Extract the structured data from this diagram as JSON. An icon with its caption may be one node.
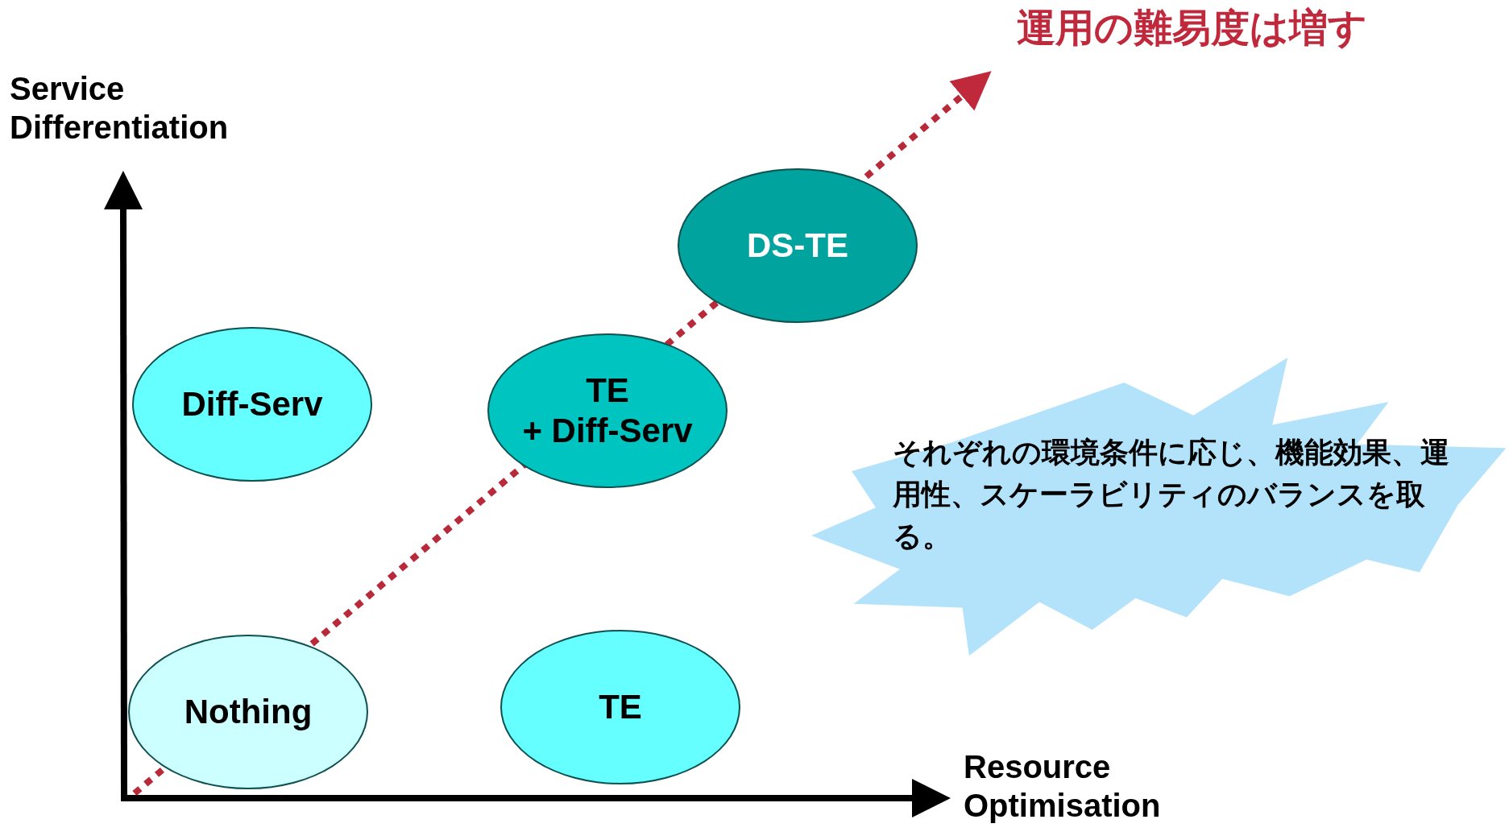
{
  "diagram": {
    "nodes": [
      {
        "text": [
          "DS-TE"
        ]
      },
      {
        "text": [
          "Diff-Serv"
        ]
      },
      {
        "text": [
          "TE",
          "+ Diff-Serv"
        ]
      },
      {
        "text": [
          "それぞれの環境条件に応じ、機能効果、運用性、スケーラビリティのバランスを取る。"
        ]
      },
      {
        "text": [
          "Nothing"
        ]
      },
      {
        "text": [
          "TE"
        ]
      }
    ],
    "labels": [
      "運用の難易度は増す",
      "Service Differentiation",
      "Resource Optimisation"
    ]
  }
}
